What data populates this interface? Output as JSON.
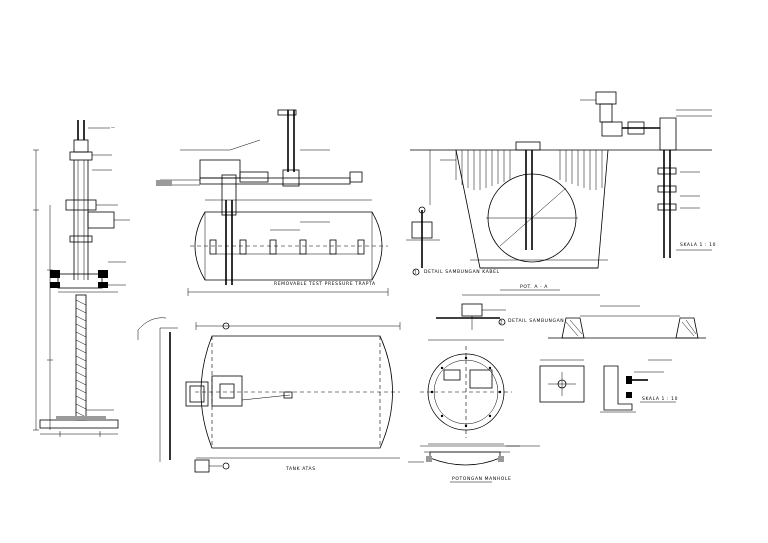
{
  "drawing": {
    "titles": {
      "tank_test": "REMOVABLE TEST PRESSURE TRAPTA",
      "tank_plan": "TANK ATAS",
      "section_aa": "POT. A - A",
      "scale_top": "SKALA 1 : 10",
      "scale_bottom": "SKALA 1 : 10",
      "manhole": "POTONGAN MANHOLE",
      "detail_1": "DETAIL SAMBUNGAN KABEL",
      "detail_2": "DETAIL SAMBUNGAN"
    }
  }
}
